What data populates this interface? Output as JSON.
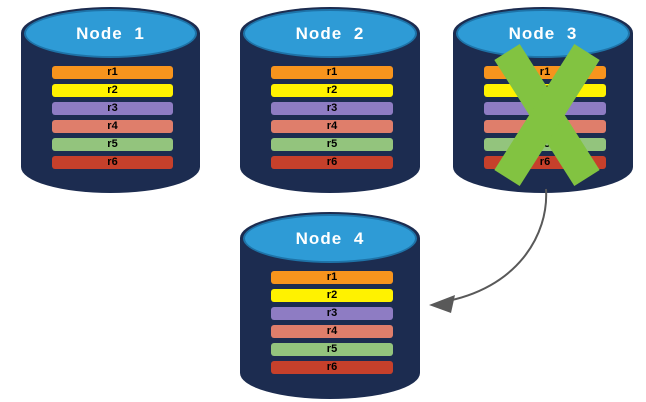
{
  "diagram": {
    "nodes": [
      {
        "label": "Node 1",
        "status": "healthy",
        "replicas": [
          "r1",
          "r2",
          "r3",
          "r4",
          "r5",
          "r6"
        ]
      },
      {
        "label": "Node 2",
        "status": "healthy",
        "replicas": [
          "r1",
          "r2",
          "r3",
          "r4",
          "r5",
          "r6"
        ]
      },
      {
        "label": "Node 3",
        "status": "failed",
        "replicas": [
          "r1",
          "r2",
          "r3",
          "r4",
          "r5",
          "r6"
        ]
      },
      {
        "label": "Node 4",
        "status": "healthy",
        "replicas": [
          "r1",
          "r2",
          "r3",
          "r4",
          "r5",
          "r6"
        ]
      }
    ],
    "replica_colors": {
      "r1": "#F7941D",
      "r2": "#FFF200",
      "r3": "#8E7CC3",
      "r4": "#DF7E6B",
      "r5": "#93C47D",
      "r6": "#C6402B"
    },
    "colors": {
      "cylinder_body": "#1C2C50",
      "cylinder_top_fill": "#2E9BD6",
      "cylinder_top_border": "#1E73A8",
      "node_label_text": "#FFFFFF",
      "replica_text": "#000000",
      "failure_x": "#82C341",
      "arrow": "#595959"
    }
  }
}
